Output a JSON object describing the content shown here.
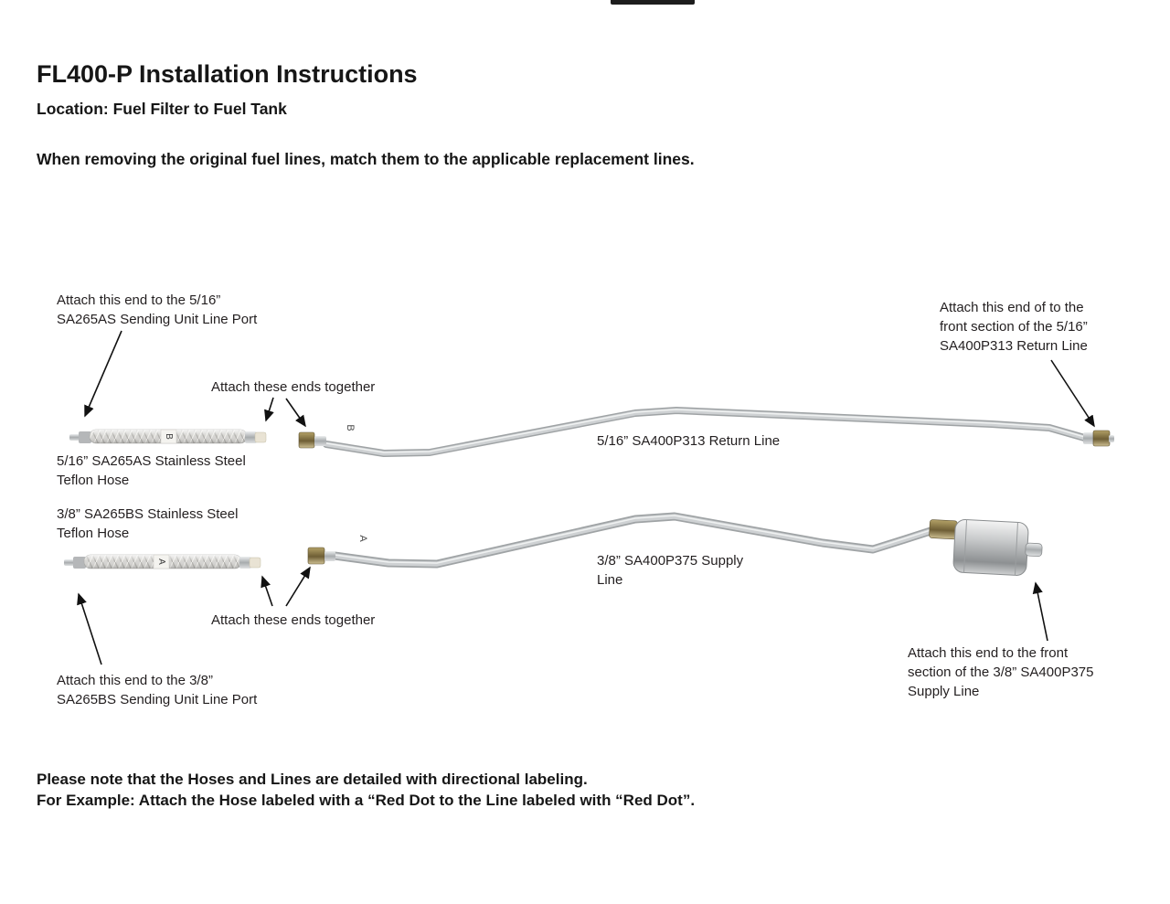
{
  "doc": {
    "title": "FL400-P Installation Instructions",
    "location_line": "Location: Fuel Filter to Fuel Tank",
    "intro_line": "When removing the original fuel lines, match them to the applicable replacement lines.",
    "footer_note_line1": "Please note that the Hoses and Lines are detailed with directional labeling.",
    "footer_note_line2": "For Example: Attach the Hose labeled with a “Red Dot to the Line labeled with “Red Dot”."
  },
  "diagram": {
    "callout_hose_b_port": "Attach this end to the 5/16”\nSA265AS Sending Unit Line Port",
    "callout_attach_together_top": "Attach these ends together",
    "callout_return_line_end": "Attach this end of to the\nfront section of the 5/16”\nSA400P313 Return Line",
    "label_hose_b": "5/16” SA265AS Stainless Steel\nTeflon Hose",
    "label_hose_a": "3/8” SA265BS Stainless Steel\nTeflon Hose",
    "label_return_line": "5/16” SA400P313 Return Line",
    "label_supply_line": "3/8” SA400P375 Supply\nLine",
    "callout_attach_together_bottom": "Attach these ends together",
    "callout_hose_a_port": "Attach this end to the 3/8”\nSA265BS Sending Unit Line Port",
    "callout_filter_end": "Attach this end to the front\nsection of the 3/8” SA400P375\nSupply Line",
    "marker_line_b": "B",
    "marker_line_a": "A",
    "marker_hose_b": "B",
    "marker_hose_a": "A",
    "colors": {
      "steel_line": "#ced1d3",
      "steel_line_edge": "#9fa3a5",
      "brass_fitting": "#8a7a4a",
      "arrow": "#111111",
      "text": "#231f20"
    }
  }
}
